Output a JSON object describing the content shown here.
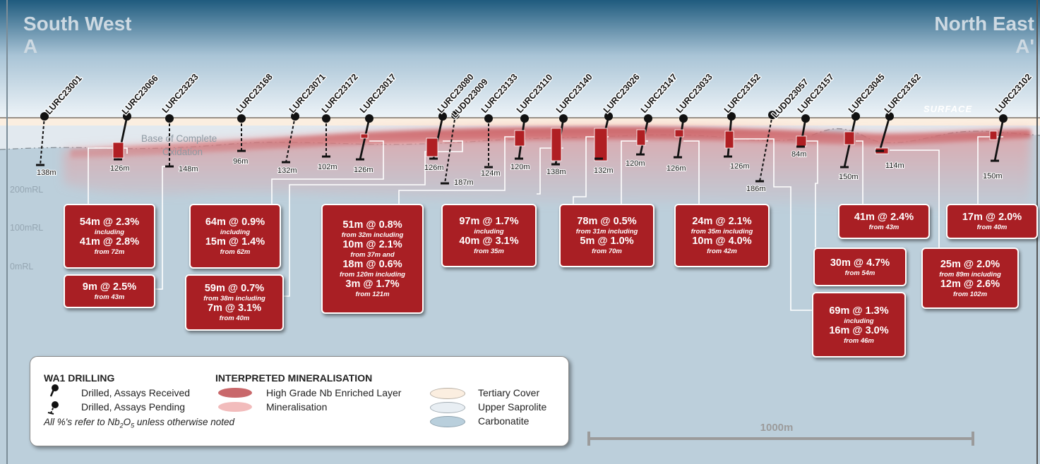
{
  "titles": {
    "sw_line1": "South West",
    "sw_line2": "A",
    "ne_line1": "North East",
    "ne_line2": "A'"
  },
  "labels": {
    "surface": "SURFACE",
    "oxidation_line1": "Base of Complete",
    "oxidation_line2": "Oxidation"
  },
  "rl_labels": [
    "200mRL",
    "100mRL",
    "0mRL"
  ],
  "holes": [
    {
      "id": "LURC23001",
      "depth": "138m",
      "status": "pending"
    },
    {
      "id": "LURC23066",
      "depth": "126m",
      "status": "received"
    },
    {
      "id": "LURC23233",
      "depth": "148m",
      "status": "pending"
    },
    {
      "id": "LURC23168",
      "depth": "96m",
      "status": "pending"
    },
    {
      "id": "LURC23071",
      "depth": "132m",
      "status": "pending"
    },
    {
      "id": "LURC23172",
      "depth": "102m",
      "status": "pending"
    },
    {
      "id": "LURC23017",
      "depth": "126m",
      "status": "received"
    },
    {
      "id": "LURC23080",
      "depth": "126m",
      "status": "received"
    },
    {
      "id": "LUDD23009",
      "depth": "187m",
      "status": "pending"
    },
    {
      "id": "LURC23133",
      "depth": "124m",
      "status": "pending"
    },
    {
      "id": "LURC23110",
      "depth": "120m",
      "status": "received"
    },
    {
      "id": "LURC23140",
      "depth": "138m",
      "status": "received"
    },
    {
      "id": "LURC23026",
      "depth": "132m",
      "status": "received"
    },
    {
      "id": "LURC23147",
      "depth": "120m",
      "status": "received"
    },
    {
      "id": "LURC23033",
      "depth": "126m",
      "status": "received"
    },
    {
      "id": "LURC23152",
      "depth": "126m",
      "status": "received"
    },
    {
      "id": "LUDD23057",
      "depth": "186m",
      "status": "pending"
    },
    {
      "id": "LURC23157",
      "depth": "84m",
      "status": "received"
    },
    {
      "id": "LURC23045",
      "depth": "150m",
      "status": "received"
    },
    {
      "id": "LURC23162",
      "depth": "114m",
      "status": "received"
    },
    {
      "id": "LURC23102",
      "depth": "150m",
      "status": "received"
    }
  ],
  "intercepts": [
    {
      "hole": "LURC23066",
      "lines": [
        {
          "t": "54m @ 2.3%",
          "k": "m"
        },
        {
          "t": "including",
          "k": "s"
        },
        {
          "t": "41m @ 2.8%",
          "k": "m"
        },
        {
          "t": "from 72m",
          "k": "s"
        }
      ]
    },
    {
      "hole": "LURC23233",
      "lines": [
        {
          "t": "9m @ 2.5%",
          "k": "m"
        },
        {
          "t": "from 43m",
          "k": "s"
        }
      ]
    },
    {
      "hole": "LURC23017",
      "lines": [
        {
          "t": "64m @ 0.9%",
          "k": "m"
        },
        {
          "t": "including",
          "k": "s"
        },
        {
          "t": "15m @ 1.4%",
          "k": "m"
        },
        {
          "t": "from 62m",
          "k": "s"
        }
      ]
    },
    {
      "hole": "LURC23080",
      "lines": [
        {
          "t": "59m @ 0.7%",
          "k": "m"
        },
        {
          "t": "from 38m including",
          "k": "s"
        },
        {
          "t": "7m @ 3.1%",
          "k": "m"
        },
        {
          "t": "from 40m",
          "k": "s"
        }
      ]
    },
    {
      "hole": "LURC23110",
      "lines": [
        {
          "t": "51m @ 0.8%",
          "k": "m"
        },
        {
          "t": "from 32m including",
          "k": "s"
        },
        {
          "t": "10m @ 2.1%",
          "k": "m"
        },
        {
          "t": "from 37m and",
          "k": "s"
        },
        {
          "t": "18m @ 0.6%",
          "k": "m"
        },
        {
          "t": "from 120m including",
          "k": "s"
        },
        {
          "t": "3m @ 1.7%",
          "k": "m"
        },
        {
          "t": "from 121m",
          "k": "s"
        }
      ]
    },
    {
      "hole": "LURC23140",
      "lines": [
        {
          "t": "97m @ 1.7%",
          "k": "m"
        },
        {
          "t": "including",
          "k": "s"
        },
        {
          "t": "40m @ 3.1%",
          "k": "m"
        },
        {
          "t": "from 35m",
          "k": "s"
        }
      ]
    },
    {
      "hole": "LURC23026",
      "lines": [
        {
          "t": "78m @ 0.5%",
          "k": "m"
        },
        {
          "t": "from 31m including",
          "k": "s"
        },
        {
          "t": "5m @ 1.0%",
          "k": "m"
        },
        {
          "t": "from 70m",
          "k": "s"
        }
      ]
    },
    {
      "hole": "LURC23033",
      "lines": [
        {
          "t": "24m @ 2.1%",
          "k": "m"
        },
        {
          "t": "from 35m including",
          "k": "s"
        },
        {
          "t": "10m @ 4.0%",
          "k": "m"
        },
        {
          "t": "from 42m",
          "k": "s"
        }
      ]
    },
    {
      "hole": "LURC23157",
      "lines": [
        {
          "t": "30m @ 4.7%",
          "k": "m"
        },
        {
          "t": "from 54m",
          "k": "s"
        }
      ]
    },
    {
      "hole": "LURC23152",
      "lines": [
        {
          "t": "69m @ 1.3%",
          "k": "m"
        },
        {
          "t": "including",
          "k": "s"
        },
        {
          "t": "16m @ 3.0%",
          "k": "m"
        },
        {
          "t": "from 46m",
          "k": "s"
        }
      ]
    },
    {
      "hole": "LURC23045",
      "lines": [
        {
          "t": "41m @ 2.4%",
          "k": "m"
        },
        {
          "t": "from 43m",
          "k": "s"
        }
      ]
    },
    {
      "hole": "LURC23162",
      "lines": [
        {
          "t": "25m @ 2.0%",
          "k": "m"
        },
        {
          "t": "from 89m including",
          "k": "s"
        },
        {
          "t": "12m @ 2.6%",
          "k": "m"
        },
        {
          "t": "from 102m",
          "k": "s"
        }
      ]
    },
    {
      "hole": "LURC23102",
      "lines": [
        {
          "t": "17m @ 2.0%",
          "k": "m"
        },
        {
          "t": "from 40m",
          "k": "s"
        }
      ]
    }
  ],
  "legend": {
    "drilling_title": "WA1 DRILLING",
    "drilled_received": "Drilled, Assays Received",
    "drilled_pending": "Drilled, Assays Pending",
    "note_prefix": "All %'s refer to Nb",
    "note_sub1": "2",
    "note_mid": "O",
    "note_sub2": "5",
    "note_suffix": " unless otherwise noted",
    "mineral_title": "INTERPRETED MINERALISATION",
    "high_grade": "High Grade Nb Enriched Layer",
    "mineralisation": "Mineralisation",
    "tertiary": "Tertiary Cover",
    "upper_saprolite": "Upper Saprolite",
    "carbonatite": "Carbonatite"
  },
  "scale": {
    "label": "1000m"
  },
  "colors": {
    "high_grade": "#c9686b",
    "mineralisation": "#f0b8b8",
    "tertiary": "#fbeee0",
    "saprolite": "#e3eaf0",
    "carbonatite": "#b9cfdc",
    "box_fill": "#a91f24"
  }
}
